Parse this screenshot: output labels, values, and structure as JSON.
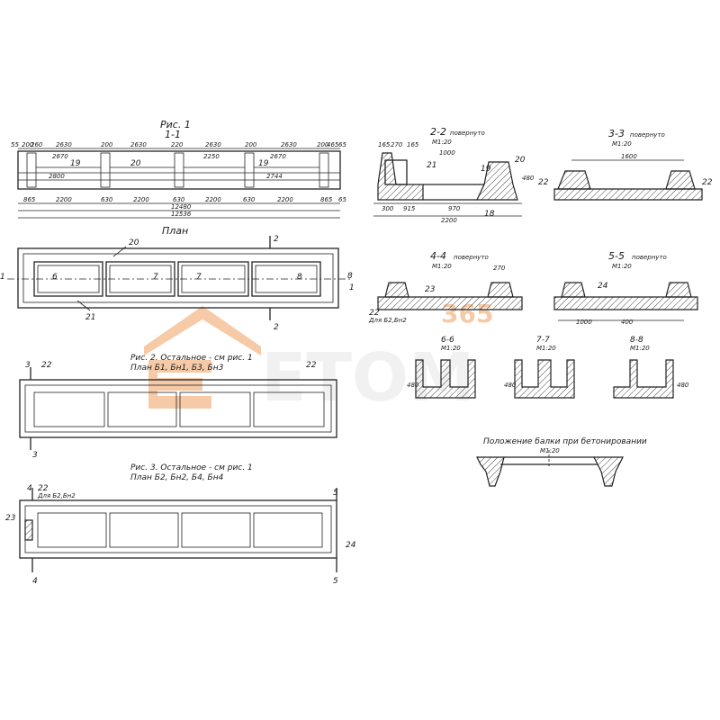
{
  "fig1": {
    "title": "Рис. 1",
    "section": "1-1",
    "plan_title": "План"
  },
  "dims_top": [
    "55",
    "200",
    "260",
    "2630",
    "200",
    "2630",
    "220",
    "2630",
    "200",
    "2630",
    "200",
    "465",
    "65"
  ],
  "dims_mid": [
    "2670",
    "2250",
    "2670"
  ],
  "dims_bot": [
    "2800",
    "2744",
    "865",
    "2200",
    "630",
    "2200",
    "630",
    "2200",
    "630",
    "2200",
    "865",
    "65"
  ],
  "dims_total": [
    "12480",
    "12536"
  ],
  "callouts": {
    "c19a": "19",
    "c20": "20",
    "c19b": "19",
    "c20p": "20",
    "c21": "21",
    "c6": "6",
    "c7a": "7",
    "c7b": "7",
    "c8": "8",
    "c22": "22",
    "c22b": "22",
    "c23": "23",
    "c24": "24"
  },
  "section_marks": {
    "s2": "2",
    "s8": "8",
    "s1": "1",
    "s3": "3",
    "s4": "4",
    "s5": "5"
  },
  "fig2": {
    "title": "Рис. 2. Остальное - см рис. 1",
    "subtitle": "План Б1, Бн1, Б3, Бн3"
  },
  "fig3": {
    "title": "Рис. 3. Остальное - см рис. 1",
    "subtitle": "План Б2, Бн2, Б4, Бн4",
    "note": "Для Б2,Бн2"
  },
  "sec22": {
    "title": "2-2",
    "note": "повернуто",
    "scale": "М1:20",
    "dims": [
      "165",
      "270",
      "165",
      "1000",
      "2200",
      "300",
      "915",
      "970",
      "480"
    ]
  },
  "sec33": {
    "title": "3-3",
    "note": "повернуто",
    "scale": "М1:20",
    "dims": [
      "1600"
    ]
  },
  "sec44": {
    "title": "4-4",
    "note": "повернуто",
    "scale": "М1:20",
    "dims": [
      "270"
    ],
    "note2": "Для Б2,Бн2"
  },
  "sec55": {
    "title": "5-5",
    "note": "повернуто",
    "scale": "М1:20",
    "dims": [
      "1000",
      "400"
    ]
  },
  "sec66": {
    "title": "6-6",
    "scale": "М1:20",
    "dims": [
      "480"
    ]
  },
  "sec77": {
    "title": "7-7",
    "scale": "М1:20",
    "dims": [
      "480"
    ]
  },
  "sec88": {
    "title": "8-8",
    "scale": "М1:20",
    "dims": [
      "480"
    ]
  },
  "pos": {
    "title": "Положение балки при бетонировании",
    "scale": "М1:20"
  },
  "watermark": {
    "top": "365",
    "main": "ETOM",
    "color": "#f0a060"
  },
  "callouts_misc": {
    "c18": "18",
    "c21b": "21"
  }
}
